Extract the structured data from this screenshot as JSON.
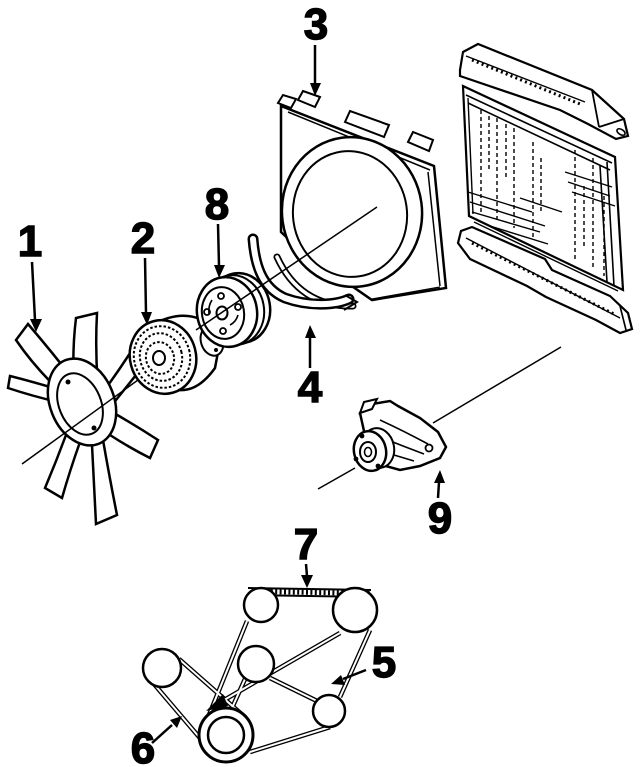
{
  "diagram": {
    "description": "exploded-parts-diagram-cooling-system",
    "colors": {
      "ink": "#000000",
      "paper": "#ffffff"
    },
    "callouts": [
      {
        "label": "1",
        "part": "fan-blade"
      },
      {
        "label": "2",
        "part": "fan-clutch"
      },
      {
        "label": "3",
        "part": "fan-shroud"
      },
      {
        "label": "4",
        "part": "lower-radiator-hose"
      },
      {
        "label": "5",
        "part": "drive-belt-right"
      },
      {
        "label": "6",
        "part": "drive-belt-left"
      },
      {
        "label": "7",
        "part": "drive-belt-top"
      },
      {
        "label": "8",
        "part": "water-pump-pulley"
      },
      {
        "label": "9",
        "part": "water-pump"
      }
    ]
  }
}
